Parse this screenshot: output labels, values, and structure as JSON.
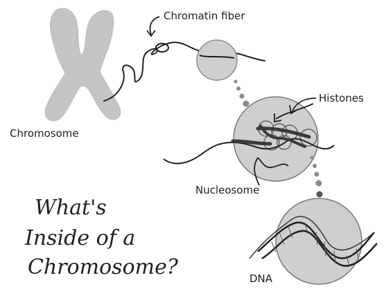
{
  "labels": {
    "chromatin_fiber": "Chromatin fiber",
    "histones": "Histones",
    "chromosome": "Chromosome",
    "nucleosome": "Nucleosome",
    "dna": "DNA"
  },
  "title": {
    "line1": "What's",
    "line2": "Inside of a",
    "line3": "Chromosome?"
  },
  "colors": {
    "ink": "#1f1f1f",
    "fill_gray": "#cfcfcf",
    "chromosome_gray": "#c4c4c4"
  },
  "icons": {
    "chromosome": "chromosome-icon",
    "chromatin_zoom": "magnify-circle-icon",
    "nucleosome_zoom": "magnify-circle-icon",
    "dna_zoom": "magnify-circle-icon"
  }
}
